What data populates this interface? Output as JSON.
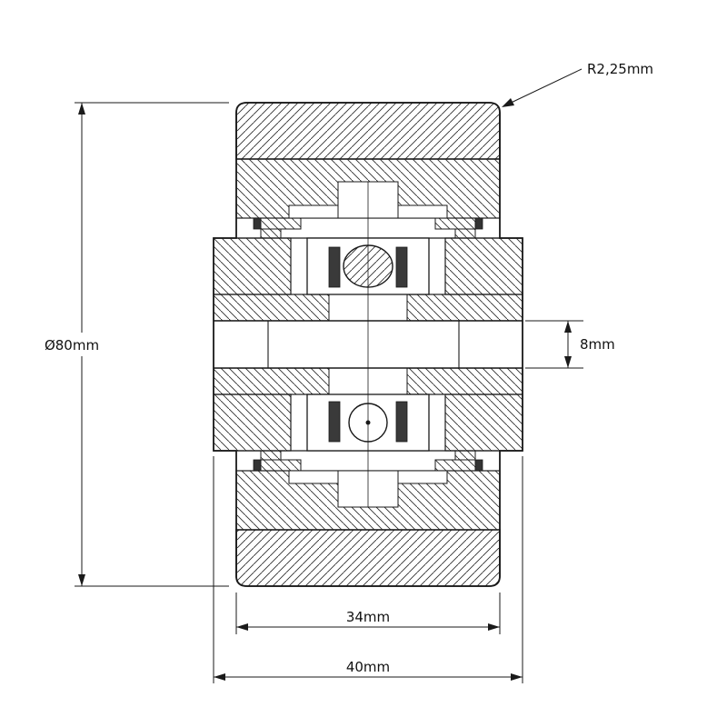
{
  "page": {
    "background": "#ffffff"
  },
  "drawing": {
    "subject": "caster-wheel-cross-section",
    "line_color": "#1a1a1a",
    "dimensions": {
      "outer_diameter": "Ø80mm",
      "bore_height": "8mm",
      "tread_width": "34mm",
      "overall_width": "40mm",
      "corner_radius": "R2,25mm"
    }
  }
}
